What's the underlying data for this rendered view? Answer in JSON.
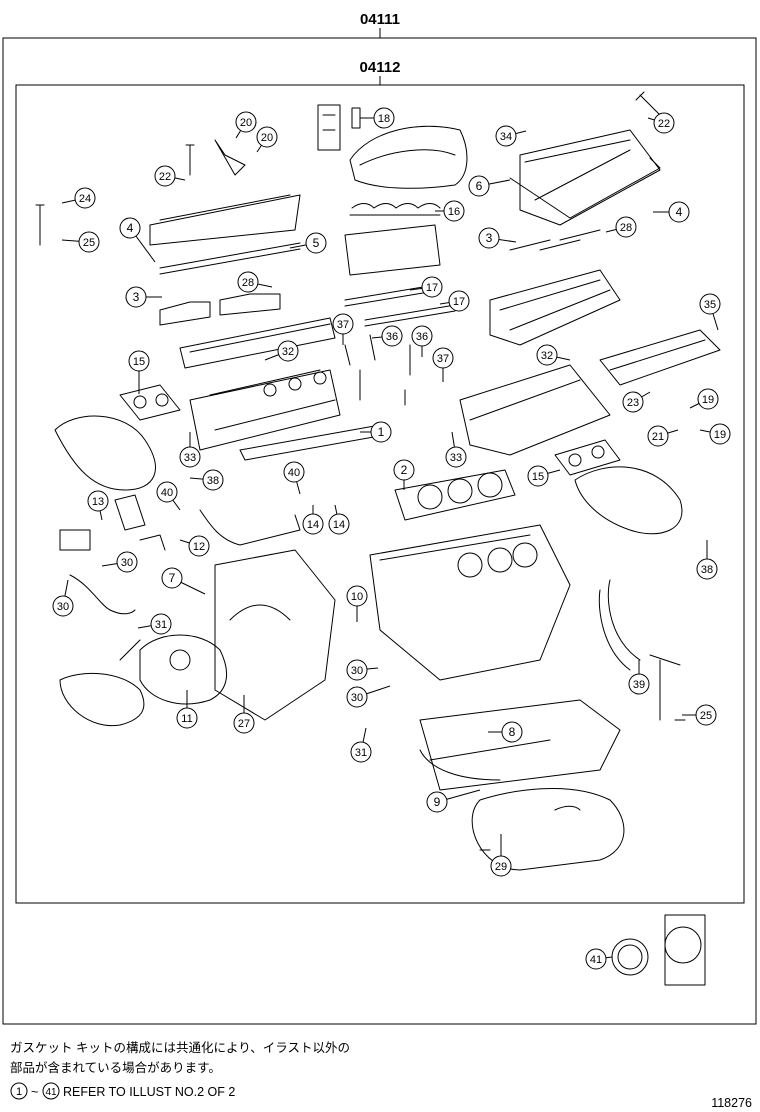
{
  "outer_kit": {
    "code": "04111"
  },
  "inner_kit": {
    "code": "04112"
  },
  "callouts": [
    {
      "id": "c-20a",
      "label": "20"
    },
    {
      "id": "c-20b",
      "label": "20"
    },
    {
      "id": "c-18",
      "label": "18"
    },
    {
      "id": "c-34",
      "label": "34"
    },
    {
      "id": "c-22a",
      "label": "22"
    },
    {
      "id": "c-22b",
      "label": "22"
    },
    {
      "id": "c-24",
      "label": "24"
    },
    {
      "id": "c-25a",
      "label": "25"
    },
    {
      "id": "c-6",
      "label": "6"
    },
    {
      "id": "c-16",
      "label": "16"
    },
    {
      "id": "c-4a",
      "label": "4"
    },
    {
      "id": "c-5",
      "label": "5"
    },
    {
      "id": "c-4b",
      "label": "4"
    },
    {
      "id": "c-3a",
      "label": "3"
    },
    {
      "id": "c-28a",
      "label": "28"
    },
    {
      "id": "c-28b",
      "label": "28"
    },
    {
      "id": "c-3b",
      "label": "3"
    },
    {
      "id": "c-17a",
      "label": "17"
    },
    {
      "id": "c-17b",
      "label": "17"
    },
    {
      "id": "c-37a",
      "label": "37"
    },
    {
      "id": "c-36a",
      "label": "36"
    },
    {
      "id": "c-36b",
      "label": "36"
    },
    {
      "id": "c-35",
      "label": "35"
    },
    {
      "id": "c-15a",
      "label": "15"
    },
    {
      "id": "c-32a",
      "label": "32"
    },
    {
      "id": "c-37b",
      "label": "37"
    },
    {
      "id": "c-32b",
      "label": "32"
    },
    {
      "id": "c-23",
      "label": "23"
    },
    {
      "id": "c-19a",
      "label": "19"
    },
    {
      "id": "c-1",
      "label": "1"
    },
    {
      "id": "c-21",
      "label": "21"
    },
    {
      "id": "c-19b",
      "label": "19"
    },
    {
      "id": "c-33a",
      "label": "33"
    },
    {
      "id": "c-33b",
      "label": "33"
    },
    {
      "id": "c-2",
      "label": "2"
    },
    {
      "id": "c-40a",
      "label": "40"
    },
    {
      "id": "c-38a",
      "label": "38"
    },
    {
      "id": "c-15b",
      "label": "15"
    },
    {
      "id": "c-40b",
      "label": "40"
    },
    {
      "id": "c-13",
      "label": "13"
    },
    {
      "id": "c-14a",
      "label": "14"
    },
    {
      "id": "c-14b",
      "label": "14"
    },
    {
      "id": "c-12",
      "label": "12"
    },
    {
      "id": "c-30a",
      "label": "30"
    },
    {
      "id": "c-38b",
      "label": "38"
    },
    {
      "id": "c-7",
      "label": "7"
    },
    {
      "id": "c-30b",
      "label": "30"
    },
    {
      "id": "c-10",
      "label": "10"
    },
    {
      "id": "c-31a",
      "label": "31"
    },
    {
      "id": "c-39",
      "label": "39"
    },
    {
      "id": "c-30c",
      "label": "30"
    },
    {
      "id": "c-30d",
      "label": "30"
    },
    {
      "id": "c-11",
      "label": "11"
    },
    {
      "id": "c-27",
      "label": "27"
    },
    {
      "id": "c-25b",
      "label": "25"
    },
    {
      "id": "c-8",
      "label": "8"
    },
    {
      "id": "c-31b",
      "label": "31"
    },
    {
      "id": "c-9",
      "label": "9"
    },
    {
      "id": "c-29",
      "label": "29"
    },
    {
      "id": "c-41",
      "label": "41"
    }
  ],
  "notes": {
    "jp_line1": "ガスケット キットの構成には共通化により、イラスト以外の",
    "jp_line2": "部品が含まれている場合があります。",
    "refer_from": "1",
    "refer_to": "41",
    "refer_text": "REFER TO ILLUST NO.2 OF 2"
  },
  "illustration_number": "118276"
}
